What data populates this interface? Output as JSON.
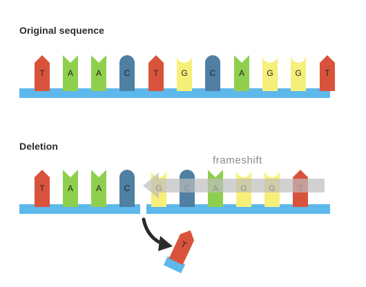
{
  "labels": {
    "original": "Original sequence",
    "deletion": "Deletion",
    "frameshift": "frameshift"
  },
  "original_sequence": [
    "T",
    "A",
    "A",
    "C",
    "T",
    "G",
    "C",
    "A",
    "G",
    "G",
    "T"
  ],
  "deletion_sequence": [
    "T",
    "A",
    "A",
    "C",
    "G",
    "C",
    "A",
    "G",
    "G",
    "T"
  ],
  "deleted_base": "T",
  "base_colors": {
    "T": "#d9533c",
    "A": "#8fcf4e",
    "C": "#4f7fa3",
    "G": "#f6ef7a"
  },
  "backbone_color": "#5db8ec",
  "arrow_color": "#bdbdbd",
  "curve_arrow_color": "#2b2b2b"
}
